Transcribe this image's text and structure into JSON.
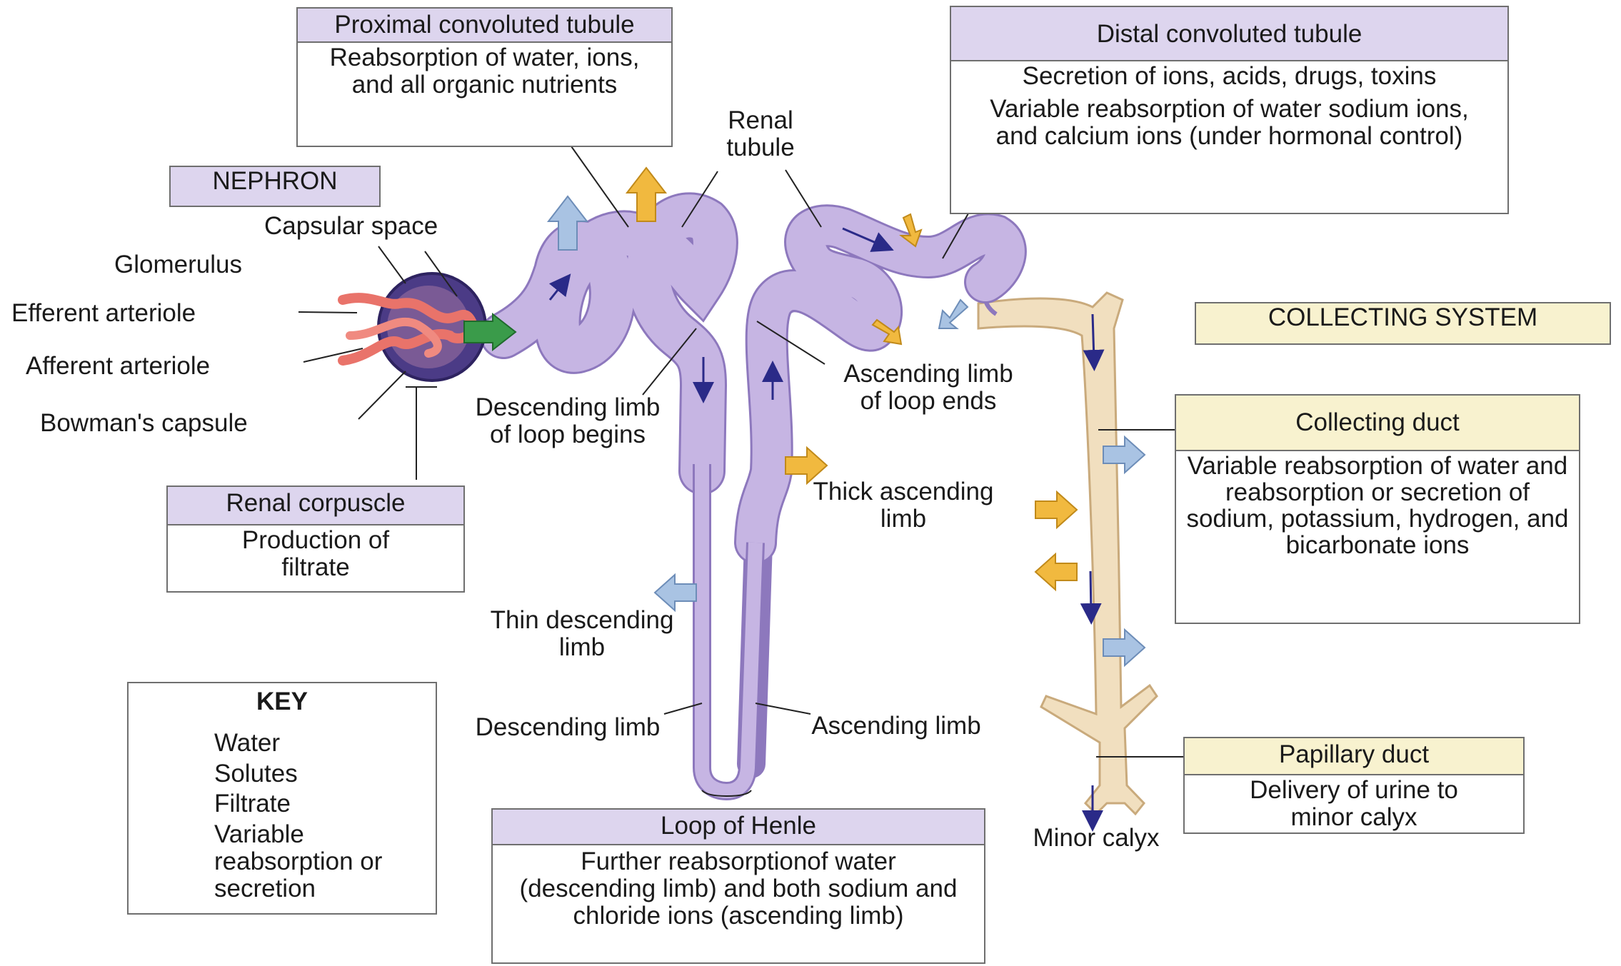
{
  "nephron_tag": "NEPHRON",
  "collecting_tag": "COLLECTING SYSTEM",
  "boxes": {
    "pct": {
      "title": "Proximal convoluted tubule",
      "body": "Reabsorption of water, ions, and all organic nutrients"
    },
    "dct": {
      "title": "Distal convoluted tubule",
      "body1": "Secretion of ions, acids, drugs, toxins",
      "body2": "Variable reabsorption of water sodium ions, and calcium ions (under hormonal control)"
    },
    "renal_corpuscle": {
      "title": "Renal corpuscle",
      "body": "Production of filtrate"
    },
    "loop_of_henle": {
      "title": "Loop of Henle",
      "body": "Further reabsorptionof water (descending limb) and both sodium and chloride ions (ascending limb)"
    },
    "collecting_duct": {
      "title": "Collecting duct",
      "body": "Variable reabsorption of water and reabsorption or secretion of sodium, potassium, hydrogen, and bicarbonate ions"
    },
    "papillary_duct": {
      "title": "Papillary duct",
      "body": "Delivery of urine to minor calyx"
    }
  },
  "labels": {
    "capsular_space": "Capsular space",
    "glomerulus": "Glomerulus",
    "efferent": "Efferent arteriole",
    "afferent": "Afferent arteriole",
    "bowmans": "Bowman's capsule",
    "renal_tubule": "Renal tubule",
    "desc_begins": "Descending limb of loop begins",
    "asc_ends": "Ascending limb of loop ends",
    "thick_asc": "Thick ascending limb",
    "thin_desc": "Thin descending limb",
    "desc_limb": "Descending limb",
    "asc_limb": "Ascending limb",
    "minor_calyx": "Minor calyx"
  },
  "key": {
    "title": "KEY",
    "items": [
      {
        "label": "Water",
        "icon": "water-arrow-icon",
        "color": "#a9c3e3"
      },
      {
        "label": "Solutes",
        "icon": "solute-arrow-icon",
        "color": "#f1b93f"
      },
      {
        "label": "Filtrate",
        "icon": "filtrate-arrow-icon",
        "color": "#3a9b4a"
      },
      {
        "label": "Variable reabsorption or secretion",
        "icon": "variable-arrow-icon",
        "color": "#ffffff"
      }
    ]
  },
  "colors": {
    "tubule": "#c6b5e3",
    "tubule_stroke": "#8d78bd",
    "collecting": "#f1dfbf",
    "collecting_stroke": "#c9aa7c",
    "capsule": "#4b3b86",
    "vessel": "#e9736a",
    "purple_header": "#ddd5ee",
    "yellow_header": "#f8f2cf"
  }
}
